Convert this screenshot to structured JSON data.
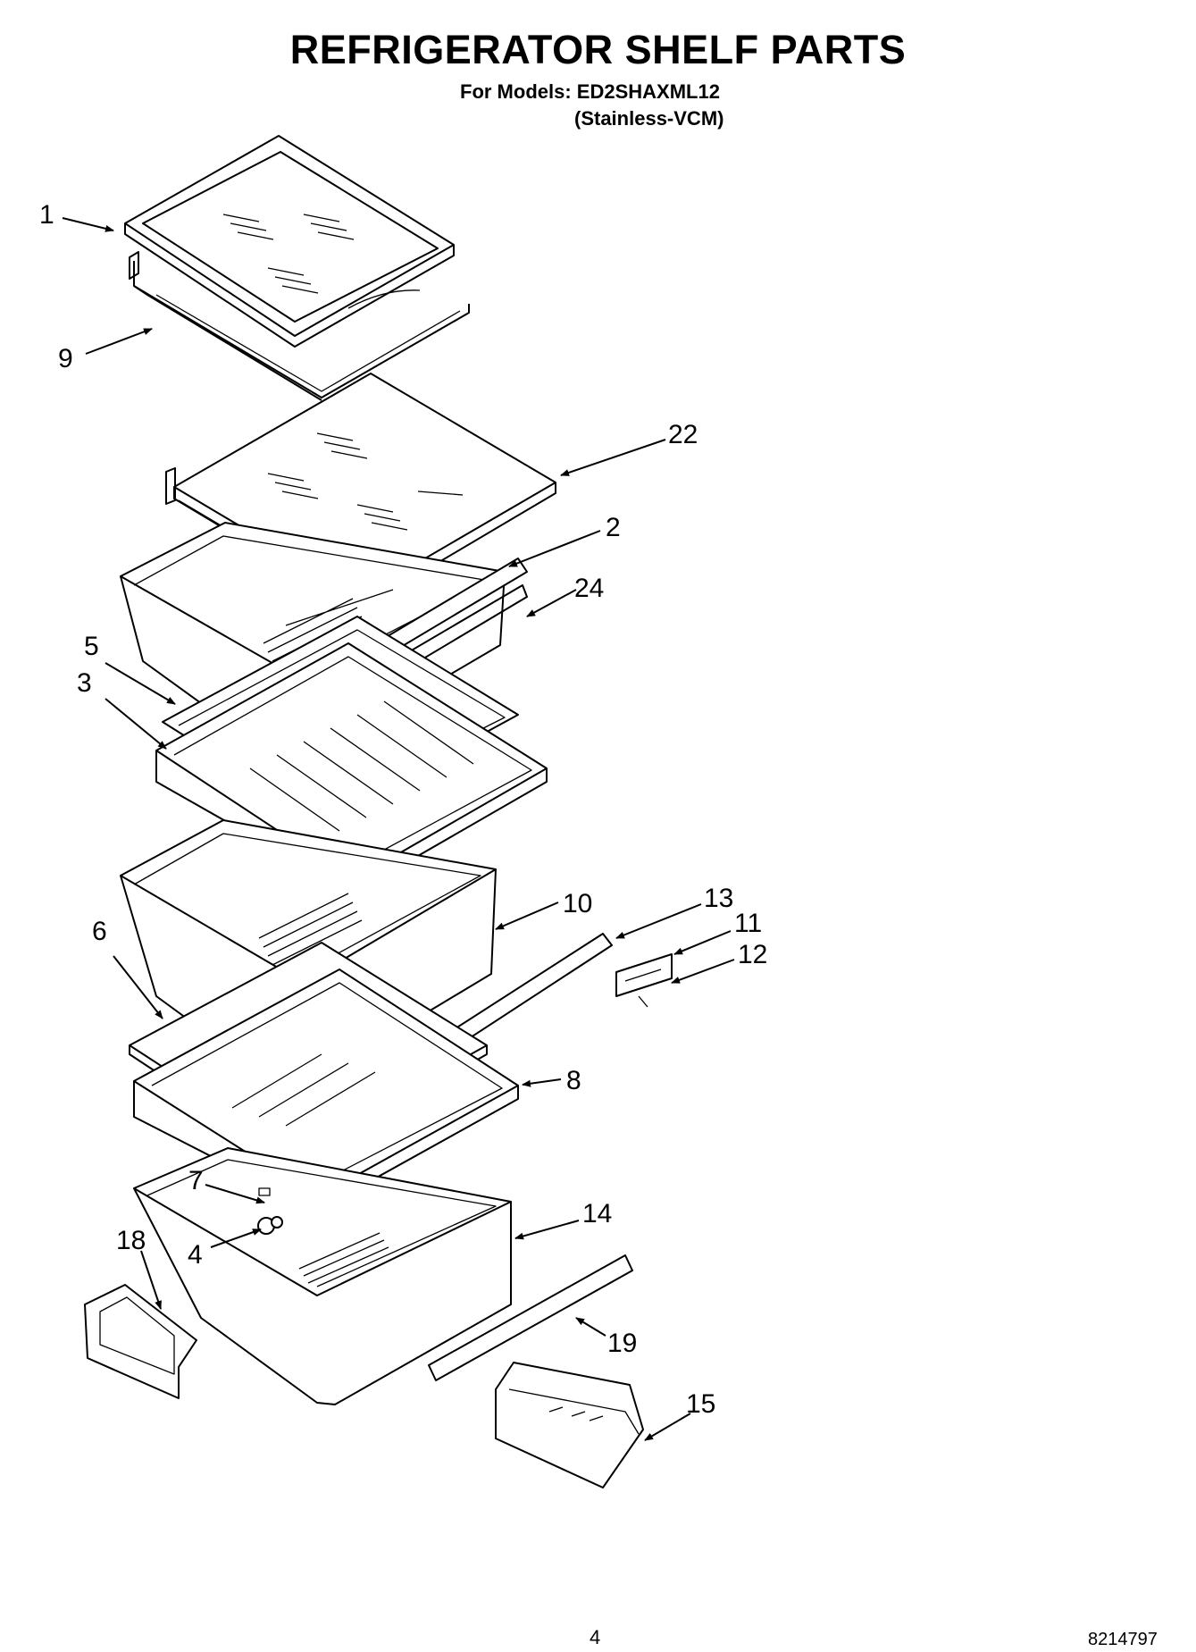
{
  "header": {
    "title": "REFRIGERATOR SHELF PARTS",
    "models_line": "For Models: ED2SHAXML12",
    "finish_line": "(Stainless-VCM)"
  },
  "callouts": [
    {
      "id": "1",
      "label": "1"
    },
    {
      "id": "9",
      "label": "9"
    },
    {
      "id": "22",
      "label": "22"
    },
    {
      "id": "2",
      "label": "2"
    },
    {
      "id": "24",
      "label": "24"
    },
    {
      "id": "5",
      "label": "5"
    },
    {
      "id": "3",
      "label": "3"
    },
    {
      "id": "10",
      "label": "10"
    },
    {
      "id": "13",
      "label": "13"
    },
    {
      "id": "11",
      "label": "11"
    },
    {
      "id": "12",
      "label": "12"
    },
    {
      "id": "6",
      "label": "6"
    },
    {
      "id": "8",
      "label": "8"
    },
    {
      "id": "7",
      "label": "7"
    },
    {
      "id": "14",
      "label": "14"
    },
    {
      "id": "18",
      "label": "18"
    },
    {
      "id": "4",
      "label": "4"
    },
    {
      "id": "19",
      "label": "19"
    },
    {
      "id": "15",
      "label": "15"
    }
  ],
  "footer": {
    "page_number": "4",
    "doc_number": "8214797"
  }
}
